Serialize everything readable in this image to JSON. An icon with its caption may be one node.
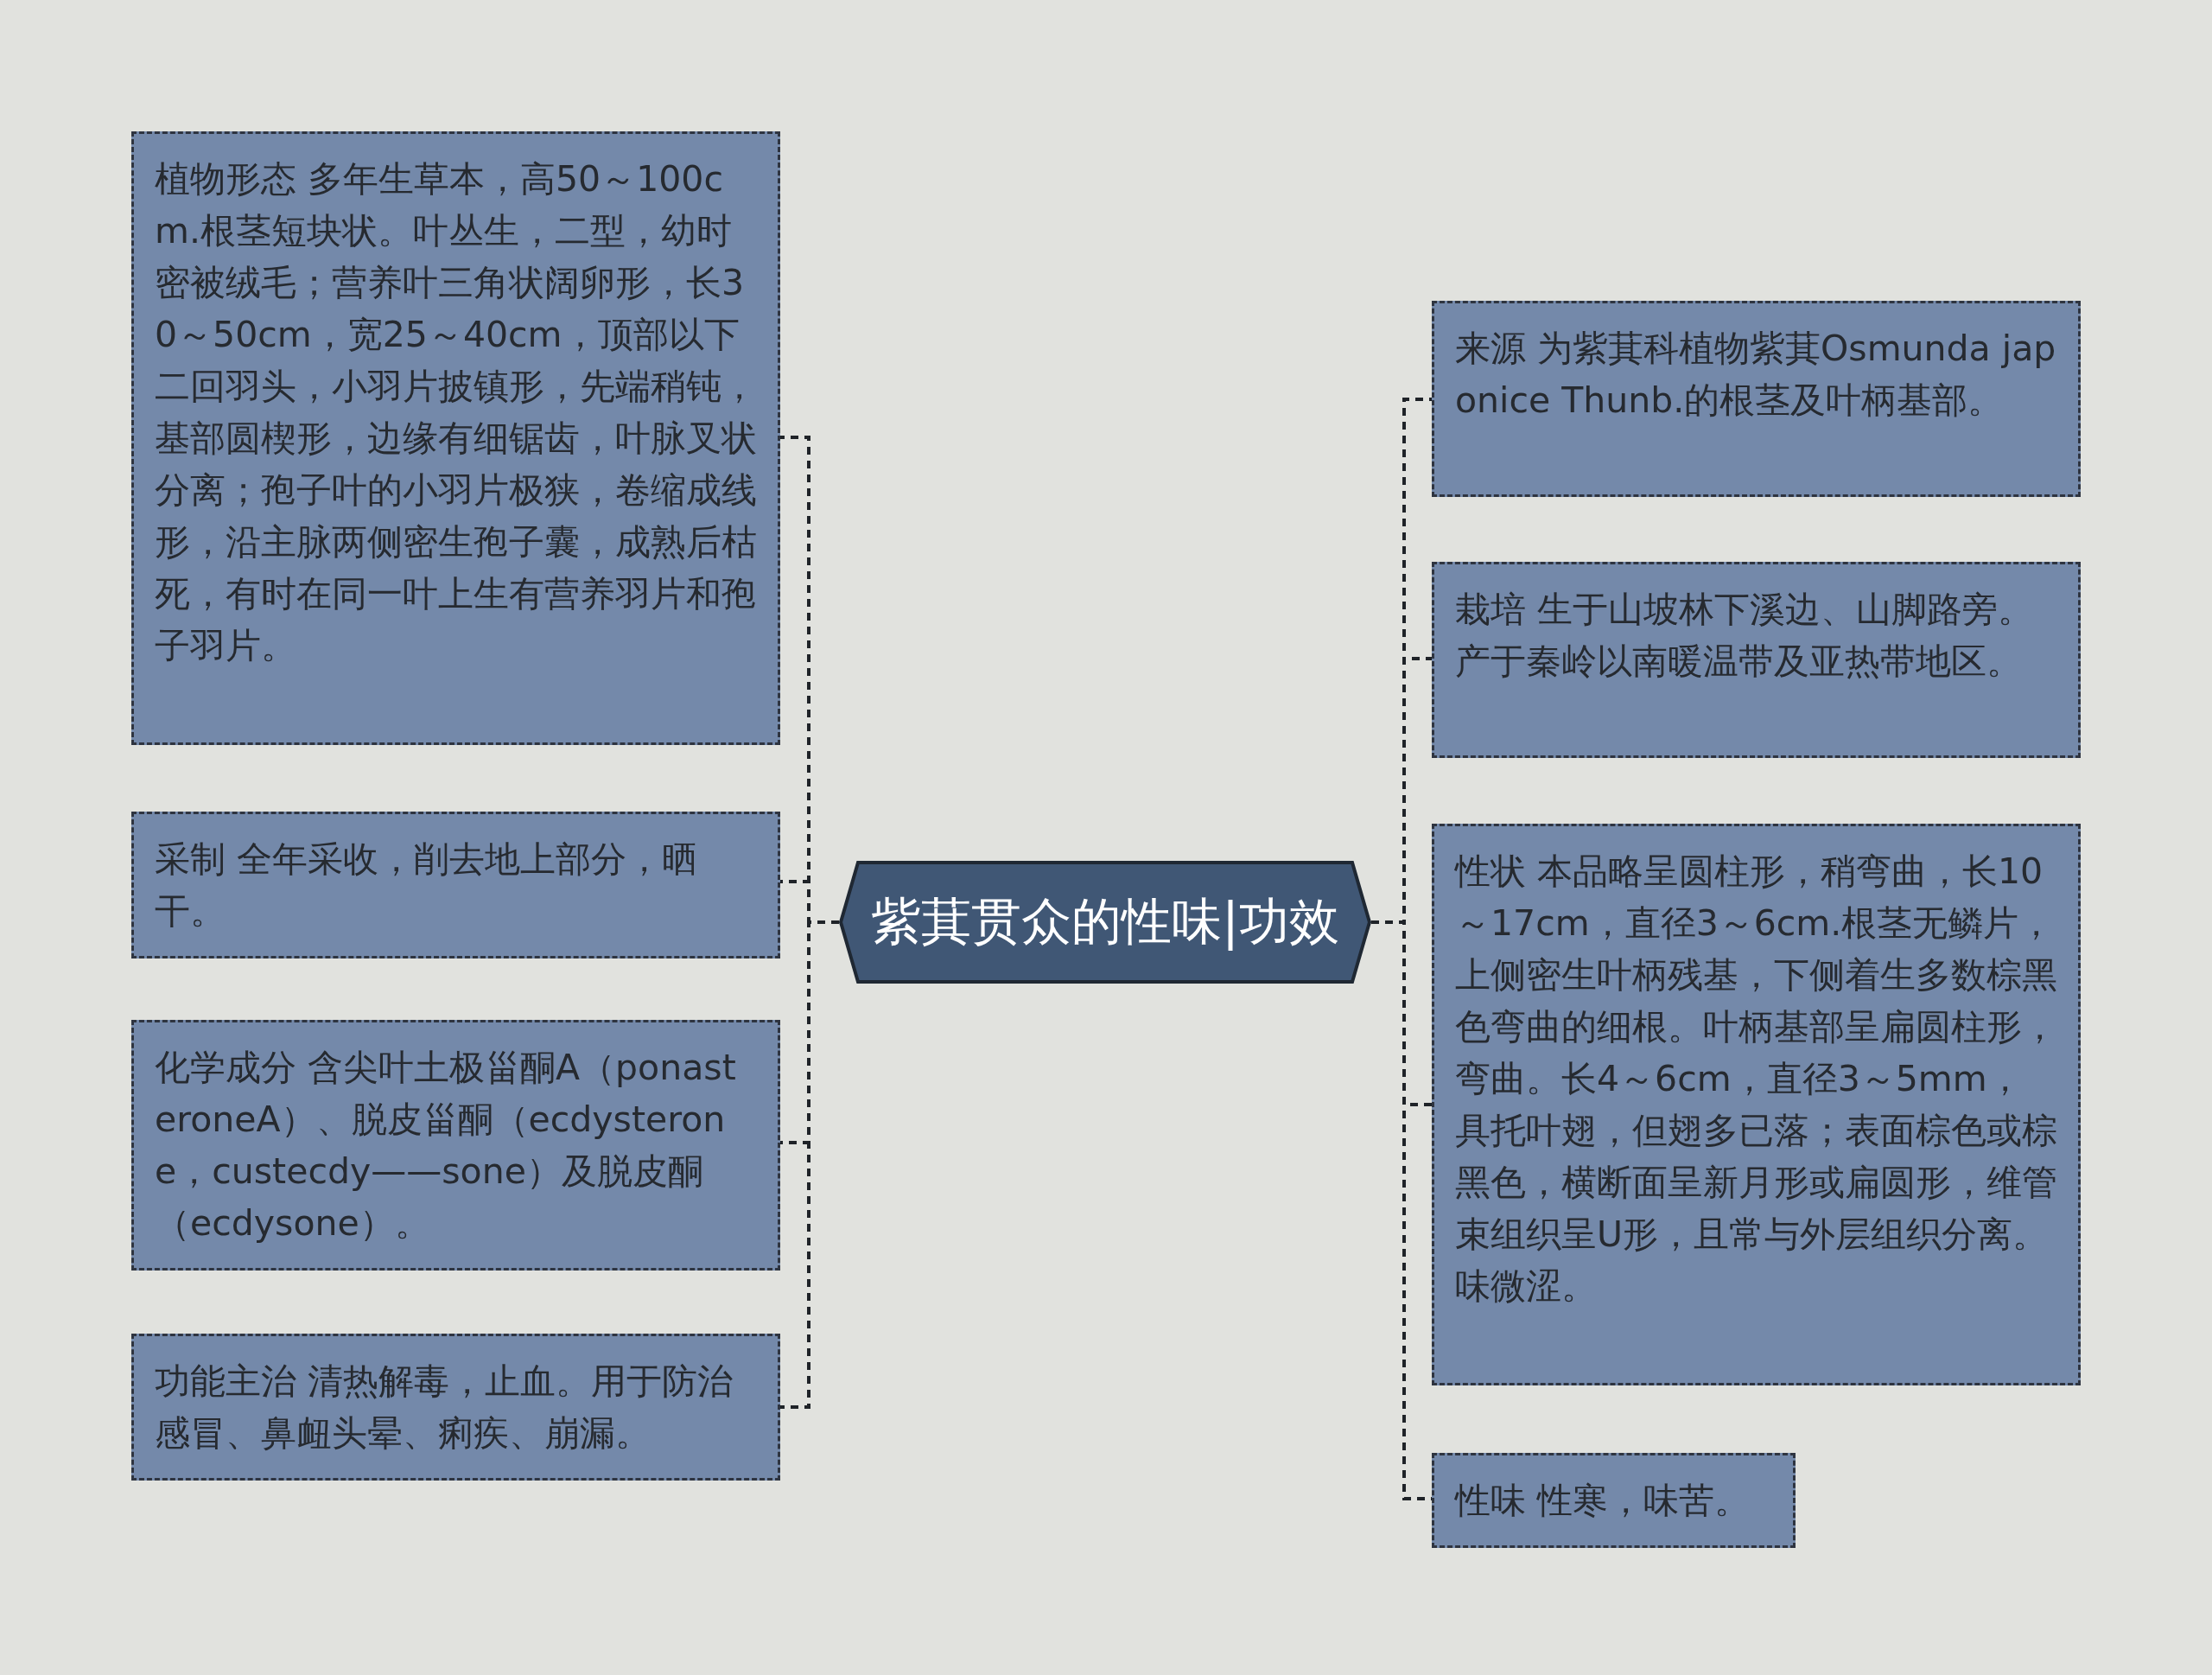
{
  "diagram": {
    "nodes": [
      {
        "text": [
          "紫萁贯众的性味|功效"
        ]
      },
      {
        "text": [
          "植物形态 多年生草本，高50～100cm.根茎短块状。叶丛生，二型，幼时密被绒毛；营养叶三角状阔卵形，长30～50cm，宽25～40cm，顶部以下二回羽头，小羽片披镇形，先端稍钝，基部圆楔形，边缘有细锯齿，叶脉叉状分离；孢子叶的小羽片极狭，卷缩成线形，沿主脉两侧密生孢子囊，成熟后枯死，有时在同一叶上生有营养羽片和孢子羽片。"
        ]
      },
      {
        "text": [
          "采制 全年采收，削去地上部分，晒干。"
        ]
      },
      {
        "text": [
          "化学成分 含尖叶土极甾酮A（ponasteroneA）、脱皮甾酮（ecdysterone，custecdy——sone）及脱皮酮（ecdysone）。"
        ]
      },
      {
        "text": [
          "功能主治 清热解毒，止血。用于防治感冒、鼻衄头晕、痢疾、崩漏。"
        ]
      },
      {
        "text": [
          "来源 为紫萁科植物紫萁Osmunda japonice Thunb.的根茎及叶柄基部。"
        ]
      },
      {
        "text": [
          "栽培 生于山坡林下溪边、山脚路旁。产于秦岭以南暖温带及亚热带地区。"
        ]
      },
      {
        "text": [
          "性状 本品略呈圆柱形，稍弯曲，长10～17cm，直径3～6cm.根茎无鳞片，上侧密生叶柄残基，下侧着生多数棕黑色弯曲的细根。叶柄基部呈扁圆柱形，弯曲。长4～6cm，直径3～5mm，具托叶翅，但翅多已落；表面棕色或棕黑色，横断面呈新月形或扁圆形，维管束组织呈U形，且常与外层组织分离。味微涩。"
        ]
      },
      {
        "text": [
          "性味 性寒，味苦。"
        ]
      }
    ],
    "edges": [
      {
        "from": 0,
        "to": 1,
        "arrow": "none",
        "style": "dashed"
      },
      {
        "from": 0,
        "to": 2,
        "arrow": "none",
        "style": "dashed"
      },
      {
        "from": 0,
        "to": 3,
        "arrow": "none",
        "style": "dashed"
      },
      {
        "from": 0,
        "to": 4,
        "arrow": "none",
        "style": "dashed"
      },
      {
        "from": 0,
        "to": 5,
        "arrow": "none",
        "style": "dashed"
      },
      {
        "from": 0,
        "to": 6,
        "arrow": "none",
        "style": "dashed"
      },
      {
        "from": 0,
        "to": 7,
        "arrow": "none",
        "style": "dashed"
      },
      {
        "from": 0,
        "to": 8,
        "arrow": "none",
        "style": "dashed"
      }
    ]
  }
}
